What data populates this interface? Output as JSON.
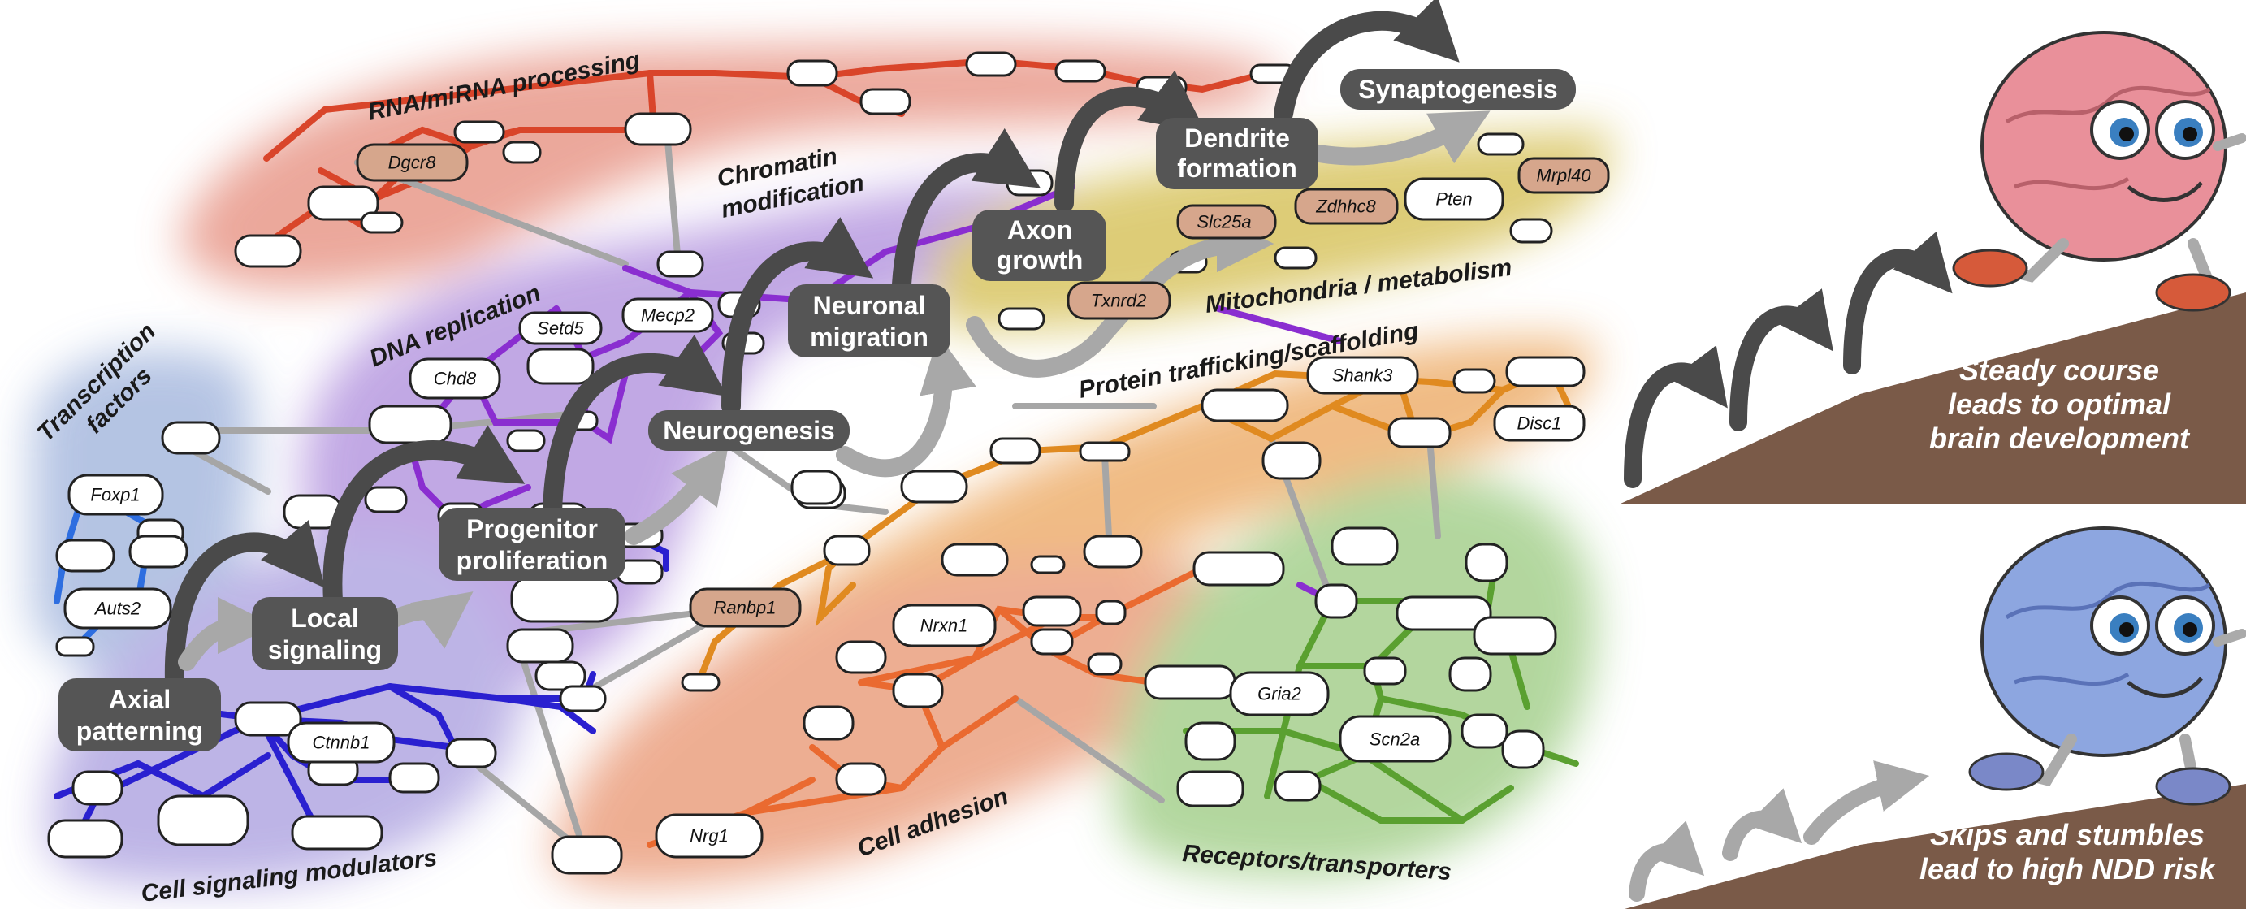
{
  "regions": {
    "rna": "RNA/miRNA processing",
    "chromatin_1": "Chromatin",
    "chromatin_2": "modification",
    "dna": "DNA replication",
    "tf_1": "Transcription",
    "tf_2": "factors",
    "mito": "Mitochondria / metabolism",
    "protein": "Protein trafficking/scaffolding",
    "adhesion": "Cell adhesion",
    "receptors": "Receptors/transporters",
    "signaling": "Cell signaling modulators"
  },
  "stages": {
    "synaptogenesis": "Synaptogenesis",
    "dendrite_1": "Dendrite",
    "dendrite_2": "formation",
    "axon_1": "Axon",
    "axon_2": "growth",
    "migration_1": "Neuronal",
    "migration_2": "migration",
    "neurogenesis": "Neurogenesis",
    "progenitor_1": "Progenitor",
    "progenitor_2": "proliferation",
    "local_1": "Local",
    "local_2": "signaling",
    "axial_1": "Axial",
    "axial_2": "patterning"
  },
  "genes": {
    "dgcr8": "Dgcr8",
    "slc25a": "Slc25a",
    "zdhhc8": "Zdhhc8",
    "pten": "Pten",
    "mrpl40": "Mrpl40",
    "txnrd2": "Txnrd2",
    "setd5": "Setd5",
    "mecp2": "Mecp2",
    "chd8": "Chd8",
    "foxp1": "Foxp1",
    "auts2": "Auts2",
    "ctnnb1": "Ctnnb1",
    "shank3": "Shank3",
    "disc1": "Disc1",
    "ranbp1": "Ranbp1",
    "nrxn1": "Nrxn1",
    "nrg1": "Nrg1",
    "gria2": "Gria2",
    "scn2a": "Scn2a"
  },
  "panels": {
    "optimal_1": "Steady course",
    "optimal_2": "leads to optimal",
    "optimal_3": "brain development",
    "risk_1": "Skips and stumbles",
    "risk_2": "lead to high NDD risk"
  },
  "colors": {
    "rna": "#e07860",
    "chromatin": "#9a5fd0",
    "tf": "#8fa6d6",
    "mito": "#c9b040",
    "protein": "#e6a050",
    "adhesion": "#e07a50",
    "receptors": "#8cc07a",
    "signaling": "#9d8fd8",
    "stage_box": "#555555",
    "hill": "#7a5a48",
    "brain_top": "#e9909a",
    "brain_bottom": "#8da6e0"
  }
}
